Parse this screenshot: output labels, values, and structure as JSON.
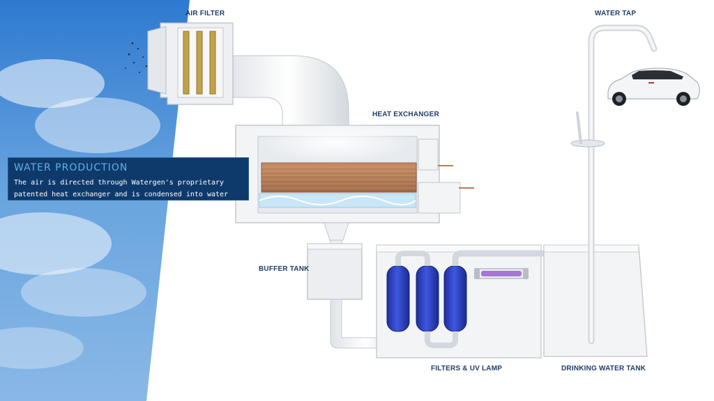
{
  "labels": {
    "air_filter": "AIR FILTER",
    "heat_exchanger": "HEAT EXCHANGER",
    "buffer_tank": "BUFFER TANK",
    "filters_uv_lamp": "FILTERS & UV LAMP",
    "drinking_water_tank": "DRINKING WATER TANK",
    "water_tap": "WATER TAP"
  },
  "info_panel": {
    "title": "WATER PRODUCTION",
    "body": "The air is directed through Watergen's proprietary patented heat exchanger and is condensed into water"
  },
  "colors": {
    "label_text": "#1f3d66",
    "panel_background": "#0e3a6b",
    "panel_title": "#5fb2ea",
    "sky": "#5d9ad8",
    "filter_cartridge": "#2f45c8",
    "uv_lamp": "#9b5fd0",
    "copper_coil": "#b97a52"
  },
  "icons": {
    "car": "white-suv-icon",
    "tap": "water-tap-icon"
  }
}
